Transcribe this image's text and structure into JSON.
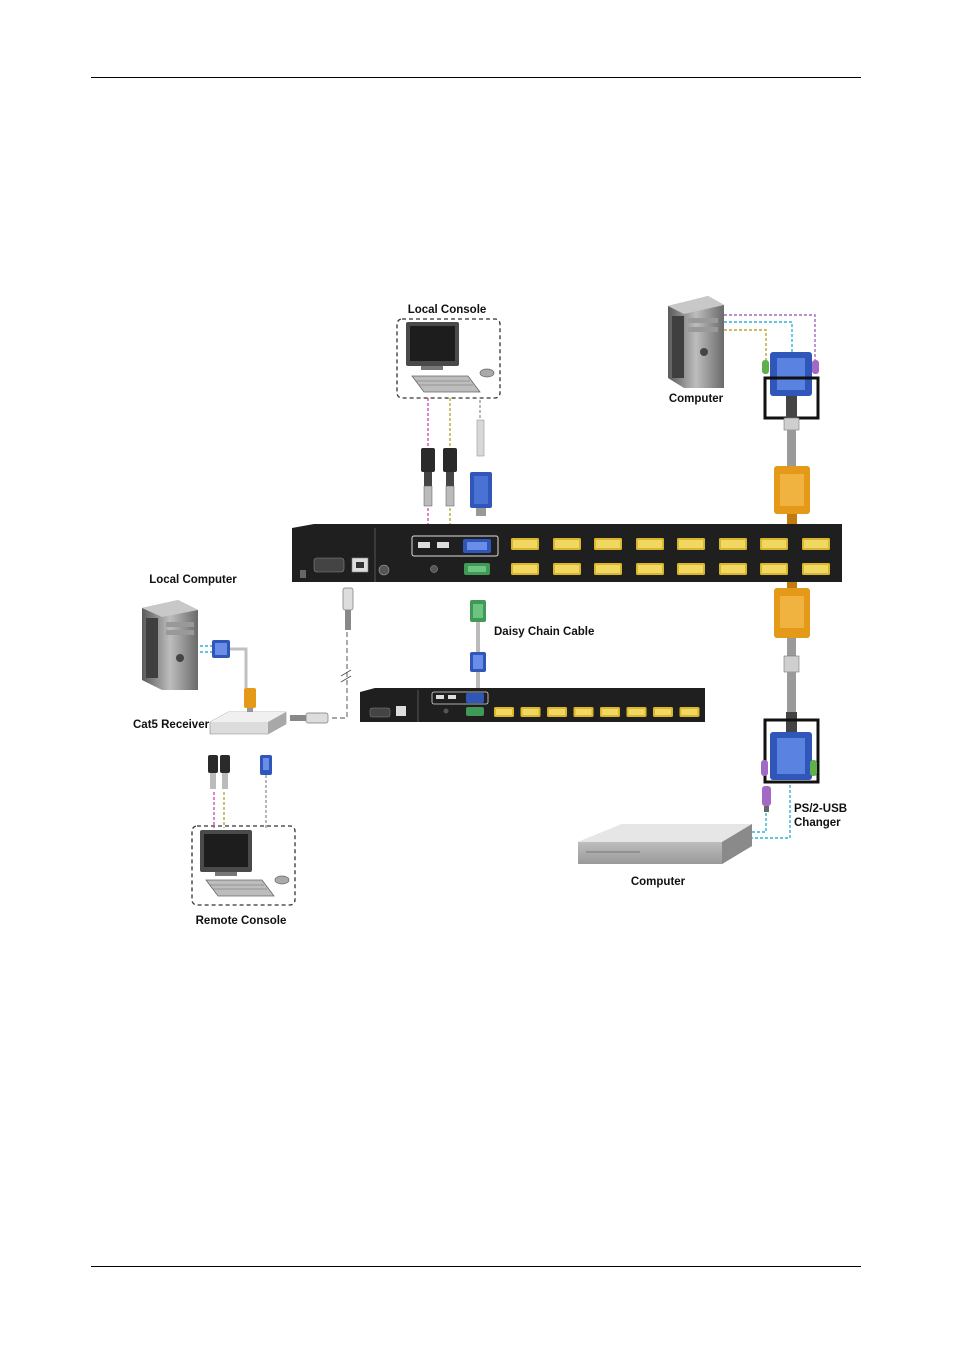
{
  "labels": {
    "local_console": "Local Console",
    "computer_top": "Computer",
    "local_computer": "Local Computer",
    "daisy_chain_cable": "Daisy Chain Cable",
    "cat5_receiver": "Cat5 Receiver",
    "ps2_usb_line1": "PS/2-USB",
    "ps2_usb_line2": "Changer",
    "computer_bottom": "Computer",
    "remote_console": "Remote Console"
  },
  "colors": {
    "vga_blue": "#2f56b8",
    "connector_orange": "#e49a18",
    "port_yellow": "#d8b82a",
    "daisy_green": "#3f9a55",
    "ps2_purple": "#a26ac4",
    "ps2_green": "#5fb04a",
    "cable_pink": "#d050b8",
    "cable_olive": "#b8a83a",
    "cable_cyan": "#30b0d8",
    "chassis_dark": "#1f1f1f"
  },
  "icons": [
    "monitor-icon",
    "keyboard-icon",
    "mouse-icon",
    "tower-pc-icon",
    "server-icon",
    "rj45-plug-icon",
    "vga-connector-icon"
  ]
}
